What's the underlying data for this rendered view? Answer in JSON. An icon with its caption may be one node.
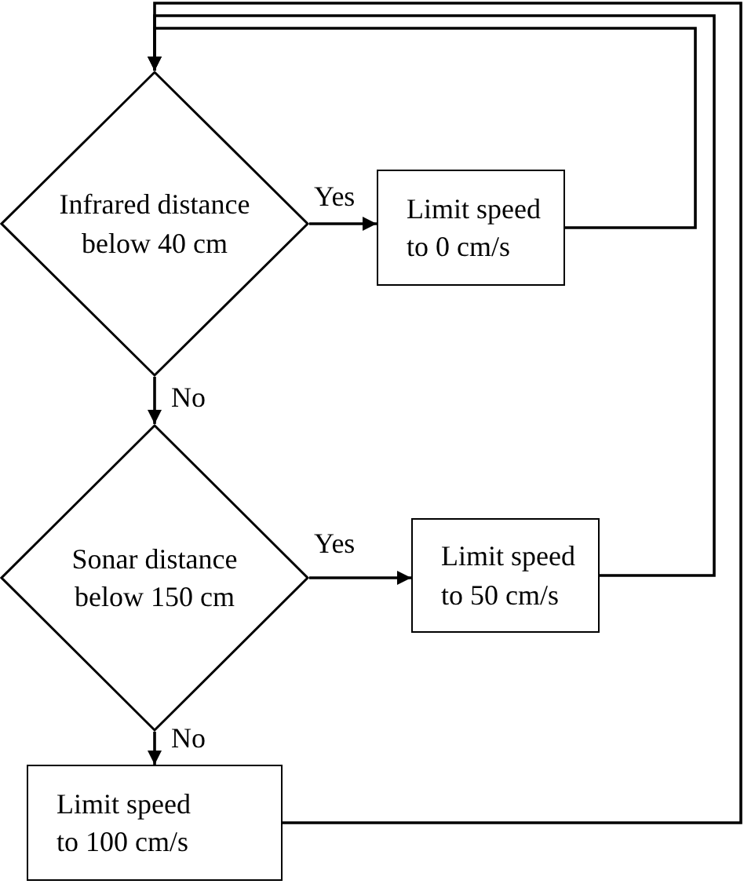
{
  "diagram": {
    "nodes": [
      {
        "text": [
          "Infrared distance below 40 cm"
        ]
      },
      {
        "text": [
          "Limit speed to 0 cm/s"
        ]
      },
      {
        "text": [
          "Sonar distance below 150 cm"
        ]
      },
      {
        "text": [
          "Limit speed to 50 cm/s"
        ]
      },
      {
        "text": [
          "Limit speed to 100 cm/s"
        ]
      }
    ],
    "edges": [
      {
        "from": 0,
        "to": 1,
        "arrow": "to",
        "label": "Yes"
      },
      {
        "from": 0,
        "to": 2,
        "arrow": "to",
        "label": "No"
      },
      {
        "from": 2,
        "to": 3,
        "arrow": "to",
        "label": "Yes"
      },
      {
        "from": 2,
        "to": 4,
        "arrow": "to",
        "label": "No"
      },
      {
        "from": 1,
        "to": 0,
        "arrow": "to"
      },
      {
        "from": 3,
        "to": 0,
        "arrow": "to"
      },
      {
        "from": 4,
        "to": 0,
        "arrow": "to"
      }
    ]
  }
}
